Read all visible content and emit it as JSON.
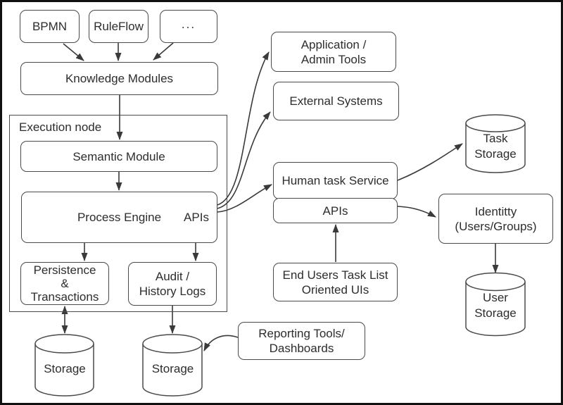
{
  "nodes": {
    "bpmn": "BPMN",
    "ruleflow": "RuleFlow",
    "more": "...",
    "knowledge_modules": "Knowledge Modules",
    "execution_node": "Execution node",
    "semantic_module": "Semantic Module",
    "process_engine": "Process Engine",
    "process_engine_apis": "APIs",
    "persistence": {
      "line1": "Persistence",
      "line2": "&",
      "line3": "Transactions"
    },
    "audit": {
      "line1": "Audit /",
      "line2": "History Logs"
    },
    "application": {
      "line1": "Application /",
      "line2": "Admin Tools"
    },
    "external_systems": "External Systems",
    "human_task_service": "Human task Service",
    "human_task_apis": "APIs",
    "end_users": {
      "line1": "End Users Task List",
      "line2": "Oriented UIs"
    },
    "identity": {
      "line1": "Identitty",
      "line2": "(Users/Groups)"
    },
    "task_storage": {
      "line1": "Task",
      "line2": "Storage"
    },
    "user_storage": {
      "line1": "User",
      "line2": "Storage"
    },
    "storage_left": "Storage",
    "storage_right": "Storage",
    "reporting": {
      "line1": "Reporting Tools/",
      "line2": "Dashboards"
    }
  },
  "colors": {
    "background": "#ffffff",
    "outer_border": "#101010",
    "box_border": "#4a4a4a",
    "line": "#3a3a3a",
    "text": "#2d2d2d"
  }
}
